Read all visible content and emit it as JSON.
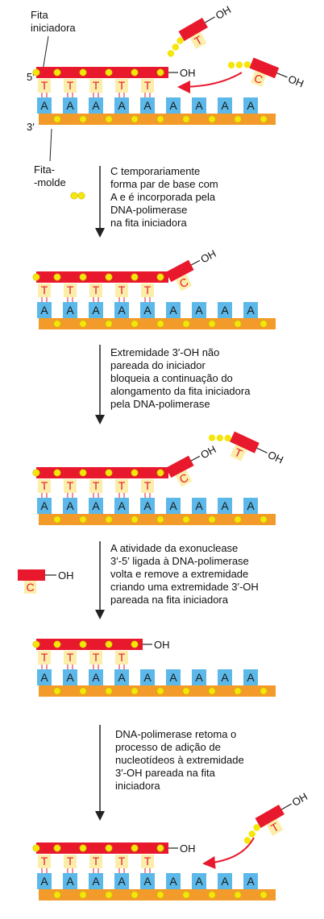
{
  "labels": {
    "primer": [
      "Fita",
      "iniciadora"
    ],
    "template": [
      "Fita-",
      "-molde"
    ],
    "five_prime": "5′",
    "three_prime": "3′",
    "oh": "OH"
  },
  "bases": {
    "template": "A",
    "primer": "T",
    "incoming_c": "C",
    "incoming_t": "T"
  },
  "captions": [
    [
      "C temporariamente",
      "forma par de base com",
      "A e é incorporada pela",
      "DNA-polimerase",
      "na fita iniciadora"
    ],
    [
      "Extremidade 3′-OH não",
      "pareada do iniciador",
      "bloqueia a continuação do",
      "alongamento da fita iniciadora",
      "pela DNA-polimerase"
    ],
    [
      "A atividade da exonuclease",
      "3′-5′ ligada à DNA-polimerase",
      "volta e remove a extremidade",
      "criando uma extremidade 3′-OH",
      "pareada na fita iniciadora"
    ],
    [
      "DNA-polimerase retoma o",
      "processo de adição de",
      "nucleotídeos à extremidade",
      "3′-OH pareada na fita",
      "iniciadora"
    ]
  ],
  "colors": {
    "primer": "#e8192c",
    "template": "#f39b2a",
    "base_a": "#5bb8e8",
    "base_t": "#fbeeaa",
    "phosphate": "#f5e60a",
    "arrow": "#e8192c",
    "line": "#222222"
  }
}
